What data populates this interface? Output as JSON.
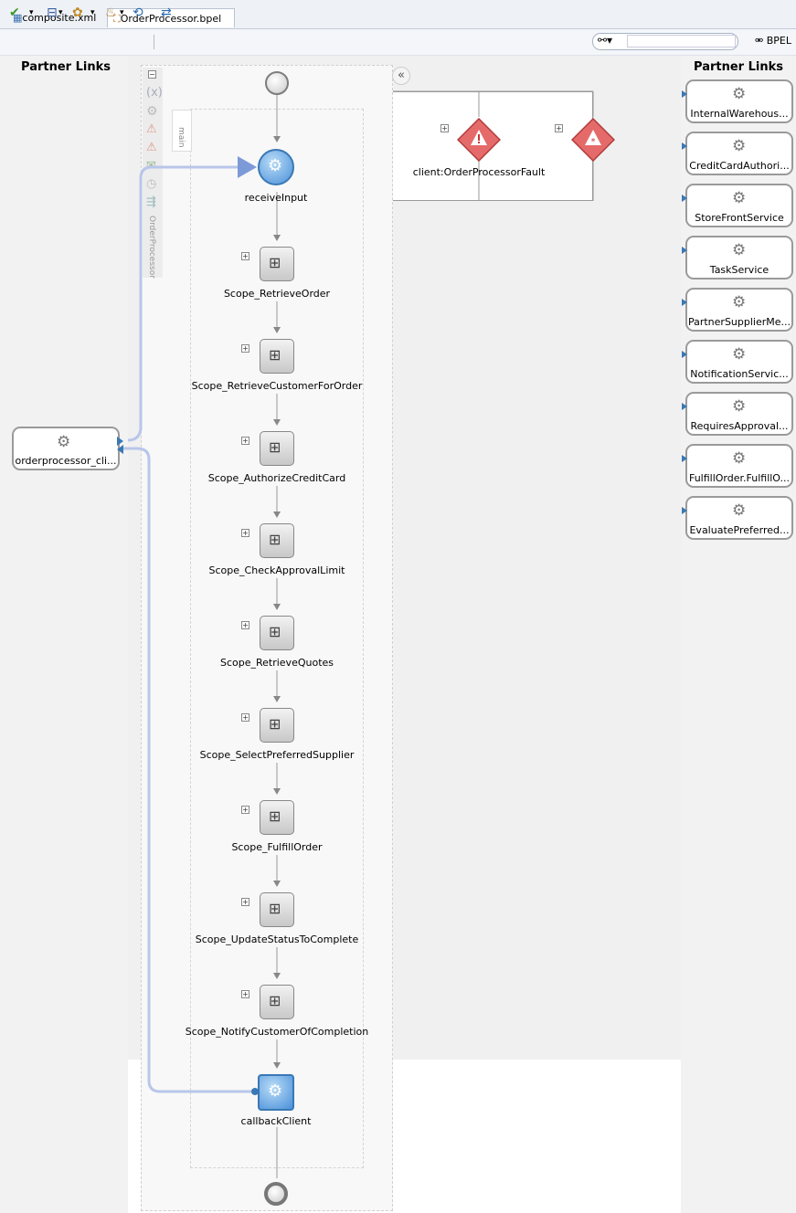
{
  "tabs": [
    {
      "label": "composite.xml",
      "active": false
    },
    {
      "label": "OrderProcessor.bpel",
      "active": true
    }
  ],
  "toolbar": {
    "search_value": "",
    "view_label": "BPEL"
  },
  "left_panel": {
    "title": "Partner Links",
    "links": [
      {
        "label": "orderprocessor_cli..."
      }
    ]
  },
  "right_panel": {
    "title": "Partner Links",
    "links": [
      {
        "label": "InternalWarehous..."
      },
      {
        "label": "CreditCardAuthori..."
      },
      {
        "label": "StoreFrontService"
      },
      {
        "label": "TaskService"
      },
      {
        "label": "PartnerSupplierMe..."
      },
      {
        "label": "NotificationServic..."
      },
      {
        "label": "RequiresApproval..."
      },
      {
        "label": "FulfillOrder.FulfillO..."
      },
      {
        "label": "EvaluatePreferred..."
      }
    ]
  },
  "process": {
    "vertical_label": "OrderProcessor",
    "main_label": "main",
    "receive_label": "receiveInput",
    "callback_label": "callbackClient",
    "scopes": [
      {
        "label": "Scope_RetrieveOrder"
      },
      {
        "label": "Scope_RetrieveCustomerForOrder"
      },
      {
        "label": "Scope_AuthorizeCreditCard"
      },
      {
        "label": "Scope_CheckApprovalLimit"
      },
      {
        "label": "Scope_RetrieveQuotes"
      },
      {
        "label": "Scope_SelectPreferredSupplier"
      },
      {
        "label": "Scope_FulfillOrder"
      },
      {
        "label": "Scope_UpdateStatusToComplete"
      },
      {
        "label": "Scope_NotifyCustomerOfCompletion"
      }
    ]
  },
  "fault_handlers": {
    "catch_label": "client:OrderProcessorFault",
    "catch_all_label": ""
  },
  "colors": {
    "link_line": "#b8c6ea",
    "activity_blue": "#4a90d9",
    "fault_red": "#e56a6a"
  }
}
